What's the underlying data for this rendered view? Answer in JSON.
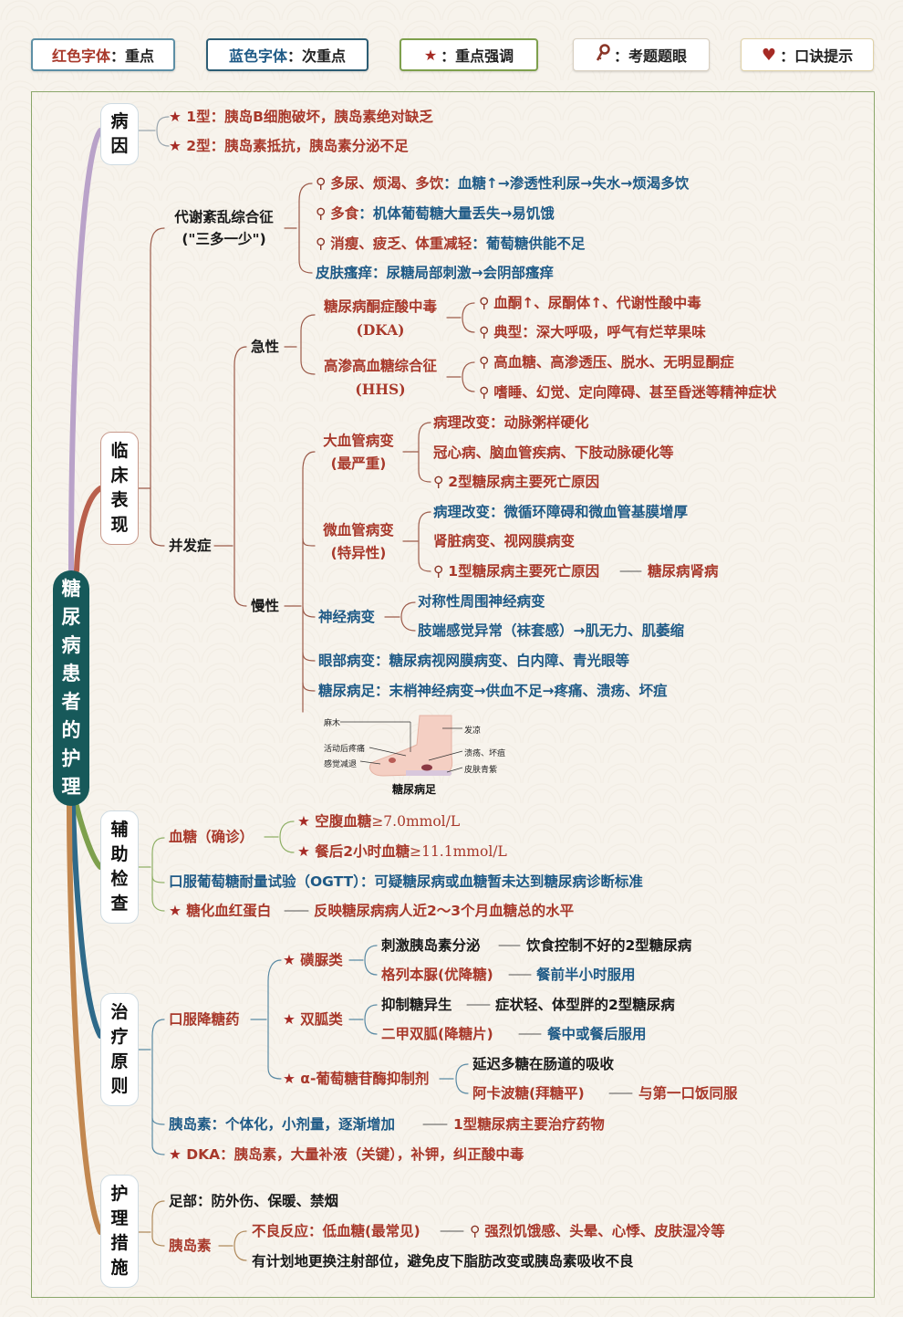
{
  "legend": [
    {
      "label_colored": "红色字体",
      "label_rest": "：重点",
      "color": "#a8392b",
      "border": "#5d8fa5"
    },
    {
      "label_colored": "蓝色字体",
      "label_rest": "：次重点",
      "color": "#1f5a86",
      "border": "#2d5d74"
    },
    {
      "icon": "star-icon",
      "glyph": "★",
      "label": "：重点强调",
      "border": "#7ea04d"
    },
    {
      "icon": "key-icon",
      "glyph": "🔑",
      "label": "：考题题眼",
      "border": "#d8cfc0"
    },
    {
      "icon": "heart-icon",
      "glyph": "♥",
      "label": "：口诀提示",
      "border": "#e0d2a8"
    }
  ],
  "colors": {
    "red": "#a8392b",
    "blue": "#1f5a86",
    "root_bg": "#17595a",
    "frame": "#8aa66a"
  },
  "root": {
    "title": "糖尿病患者的护理",
    "chars": [
      "糖",
      "尿",
      "病",
      "患",
      "者",
      "的",
      "护",
      "理"
    ]
  },
  "categories": {
    "etiology": {
      "chars": [
        "病",
        "因"
      ]
    },
    "clinical": {
      "chars": [
        "临",
        "床",
        "表",
        "现"
      ]
    },
    "exam": {
      "chars": [
        "辅",
        "助",
        "检",
        "查"
      ]
    },
    "treatment": {
      "chars": [
        "治",
        "疗",
        "原",
        "则"
      ]
    },
    "nursing": {
      "chars": [
        "护",
        "理",
        "措",
        "施"
      ]
    }
  },
  "etiology": {
    "type1": {
      "prefix": "1型：",
      "text": "胰岛B细胞破坏，胰岛素绝对缺乏"
    },
    "type2": {
      "prefix": "2型：",
      "text": "胰岛素抵抗，胰岛素分泌不足"
    }
  },
  "clinical": {
    "metabolic": {
      "title": "代谢紊乱综合征",
      "subtitle": "(\"三多一少\")",
      "items": [
        {
          "key": "多尿、烦渴、多饮",
          "sep": "：",
          "detail": "血糖↑→渗透性利尿→失水→烦渴多饮"
        },
        {
          "key": "多食",
          "sep": "：",
          "detail": "机体葡萄糖大量丢失→易饥饿"
        },
        {
          "key": "消瘦、疲乏、体重减轻",
          "sep": "：",
          "detail": "葡萄糖供能不足"
        },
        {
          "key": "皮肤瘙痒",
          "sep": "：",
          "detail": "尿糖局部刺激→会阴部瘙痒"
        }
      ]
    },
    "complications": {
      "title": "并发症",
      "acute": {
        "title": "急性",
        "dka": {
          "title": "糖尿病酮症酸中毒",
          "abbr": "(DKA)",
          "items": [
            "血酮↑、尿酮体↑、代谢性酸中毒",
            "典型：深大呼吸，呼气有烂苹果味"
          ]
        },
        "hhs": {
          "title": "高渗高血糖综合征",
          "abbr": "(HHS)",
          "items": [
            "高血糖、高渗透压、脱水、无明显酮症",
            "嗜睡、幻觉、定向障碍、甚至昏迷等精神症状"
          ]
        }
      },
      "chronic": {
        "title": "慢性",
        "macro": {
          "title": "大血管病变",
          "sub": "(最严重)",
          "items": [
            "病理改变：动脉粥样硬化",
            "冠心病、脑血管疾病、下肢动脉硬化等",
            "2型糖尿病主要死亡原因"
          ]
        },
        "micro": {
          "title": "微血管病变",
          "sub": "(特异性)",
          "items": [
            "病理改变：微循环障碍和微血管基膜增厚",
            "肾脏病变、视网膜病变",
            "1型糖尿病主要死亡原因"
          ],
          "dash_note": "糖尿病肾病"
        },
        "neuro": {
          "title": "神经病变",
          "items": [
            "对称性周围神经病变",
            "肢端感觉异常（袜套感）→肌无力、肌萎缩"
          ]
        },
        "eye": {
          "title": "眼部病变",
          "detail": "糖尿病视网膜病变、白内障、青光眼等"
        },
        "foot": {
          "title": "糖尿病足",
          "detail": "末梢神经病变→供血不足→疼痛、溃疡、坏疽"
        },
        "foot_figure": {
          "caption": "糖尿病足",
          "labels": [
            "麻木",
            "活动后疼痛",
            "感觉减退",
            "发凉",
            "溃疡、坏疽",
            "皮肤青紫"
          ]
        }
      }
    }
  },
  "exam": {
    "glucose": {
      "title": "血糖（确诊）",
      "items": [
        {
          "label": "空腹血糖",
          "value": "≥7.0mmol/L"
        },
        {
          "label": "餐后2小时血糖",
          "value": "≥11.1mmol/L"
        }
      ]
    },
    "ogtt": "口服葡萄糖耐量试验（OGTT）：可疑糖尿病或血糖暂未达到糖尿病诊断标准",
    "hba1c": {
      "label": "糖化血红蛋白",
      "detail": "反映糖尿病病人近2～3个月血糖总的水平"
    }
  },
  "treatment": {
    "oral": {
      "title": "口服降糖药",
      "sulfonylurea": {
        "title": "磺脲类",
        "items": [
          {
            "a": "刺激胰岛素分泌",
            "b": "饮食控制不好的2型糖尿病"
          },
          {
            "a": "格列本脲(优降糖)",
            "b": "餐前半小时服用"
          }
        ]
      },
      "biguanide": {
        "title": "双胍类",
        "items": [
          {
            "a": "抑制糖异生",
            "b": "症状轻、体型胖的2型糖尿病"
          },
          {
            "a": "二甲双胍(降糖片)",
            "b": "餐中或餐后服用"
          }
        ]
      },
      "agi": {
        "title": "α-葡萄糖苷酶抑制剂",
        "items": [
          {
            "a": "延迟多糖在肠道的吸收"
          },
          {
            "a": "阿卡波糖(拜糖平)",
            "b": "与第一口饭同服"
          }
        ]
      }
    },
    "insulin": {
      "label": "胰岛素：",
      "detail": "个体化，小剂量，逐渐增加",
      "note": "1型糖尿病主要治疗药物"
    },
    "dka": {
      "label": "DKA：",
      "detail": "胰岛素，大量补液（关键），补钾，纠正酸中毒"
    }
  },
  "nursing": {
    "foot": "足部：防外伤、保暖、禁烟",
    "insulin": {
      "title": "胰岛素",
      "adverse_label": "不良反应：",
      "adverse_value": "低血糖(最常见)",
      "adverse_symptoms": "强烈饥饿感、头晕、心悸、皮肤湿冷等",
      "injection": "有计划地更换注射部位，避免皮下脂肪改变或胰岛素吸收不良"
    }
  }
}
